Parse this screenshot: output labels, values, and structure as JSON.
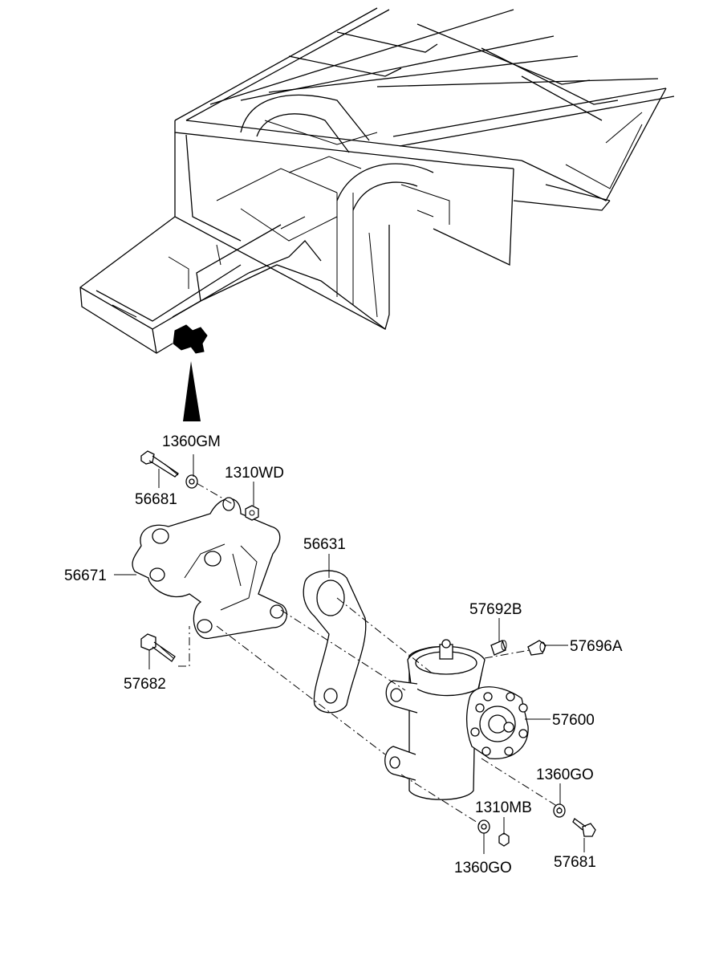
{
  "parts": {
    "p_1360gm_top": "1360GM",
    "p_1310wd": "1310WD",
    "p_56681": "56681",
    "p_56671": "56671",
    "p_56631": "56631",
    "p_57682": "57682",
    "p_57692b": "57692B",
    "p_57696a": "57696A",
    "p_57600": "57600",
    "p_1360go_right": "1360GO",
    "p_1310mb": "1310MB",
    "p_1360go_bottom": "1360GO",
    "p_57681": "57681"
  }
}
